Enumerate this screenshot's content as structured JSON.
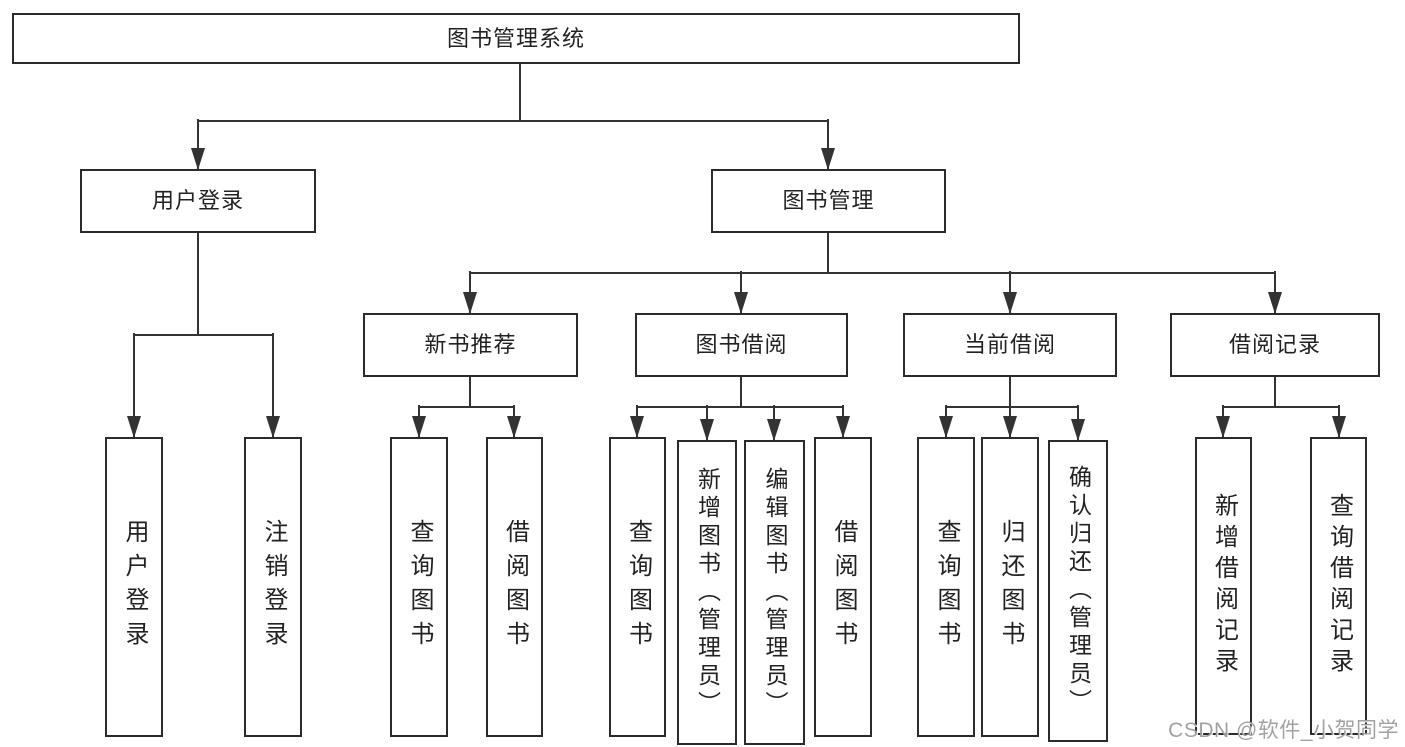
{
  "tree": {
    "label": "图书管理系统",
    "children": [
      {
        "label": "用户登录",
        "children": [
          {
            "label": "用户登录"
          },
          {
            "label": "注销登录"
          }
        ]
      },
      {
        "label": "图书管理",
        "children": [
          {
            "label": "新书推荐",
            "children": [
              {
                "label": "查询图书"
              },
              {
                "label": "借阅图书"
              }
            ]
          },
          {
            "label": "图书借阅",
            "children": [
              {
                "label": "查询图书"
              },
              {
                "label": "新增图书（管理员）"
              },
              {
                "label": "编辑图书（管理员）"
              },
              {
                "label": "借阅图书"
              }
            ]
          },
          {
            "label": "当前借阅",
            "children": [
              {
                "label": "查询图书"
              },
              {
                "label": "归还图书"
              },
              {
                "label": "确认归还（管理员）"
              }
            ]
          },
          {
            "label": "借阅记录",
            "children": [
              {
                "label": "新增借阅记录"
              },
              {
                "label": "查询借阅记录"
              }
            ]
          }
        ]
      }
    ]
  },
  "colors": {
    "line": "#333333",
    "box_border": "#2b2b2b",
    "text": "#222222",
    "watermark": "#9e9e9e"
  },
  "watermark": {
    "text": "CSDN @软件_小贺同学"
  }
}
